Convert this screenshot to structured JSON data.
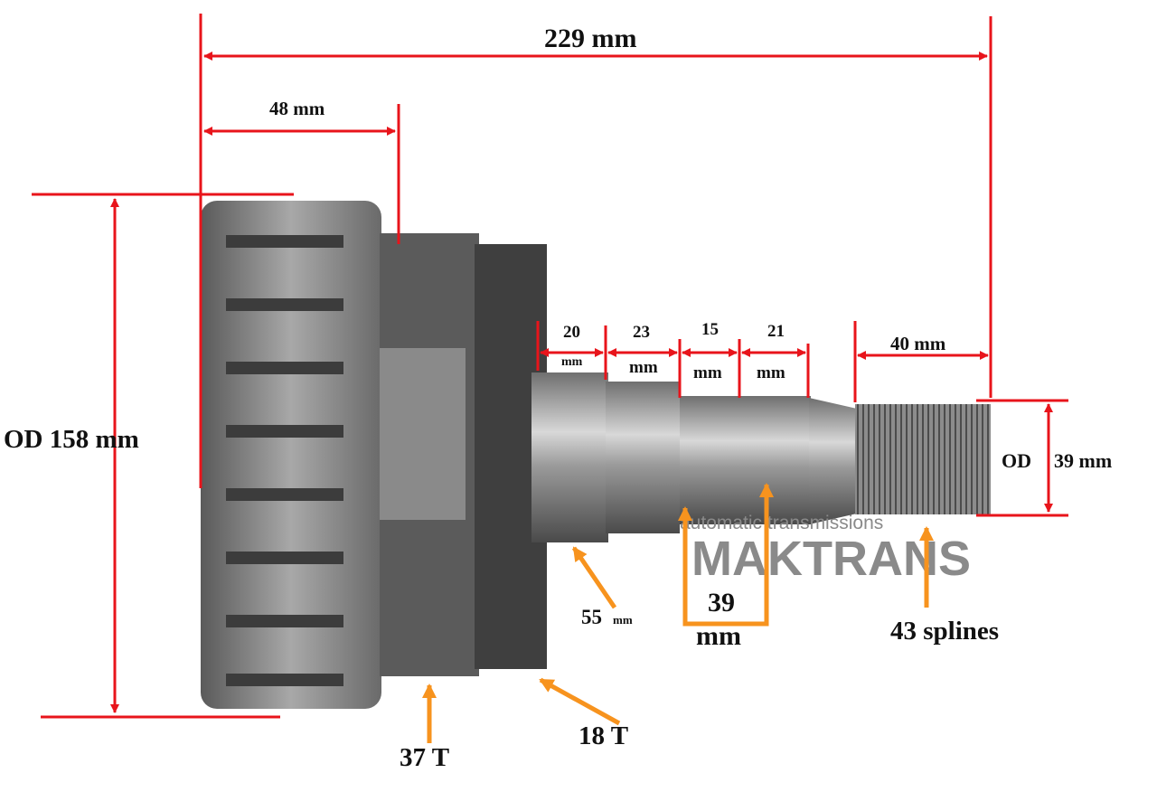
{
  "dimensions": {
    "overall_length": "229 mm",
    "drum_length": "48 mm",
    "drum_od": "OD 158 mm",
    "seg1_value": "20",
    "seg1_unit": "mm",
    "seg2_value": "23",
    "seg2_unit": "mm",
    "seg3_value": "15",
    "seg3_unit": "mm",
    "seg4_value": "21",
    "seg4_unit": "mm",
    "spline_length": "40 mm",
    "spline_od_prefix": "OD",
    "spline_od_value": "39 mm",
    "collar_value": "55",
    "collar_unit": "mm",
    "journal_value": "39",
    "journal_unit": "mm"
  },
  "callouts": {
    "splines": "43 splines",
    "gear_large": "37 T",
    "gear_small": "18 T"
  },
  "watermark": {
    "tagline": "automatic transmissions",
    "brand": "MAKTRANS"
  },
  "colors": {
    "dimension": "#e8141b",
    "callout": "#f7931e"
  }
}
